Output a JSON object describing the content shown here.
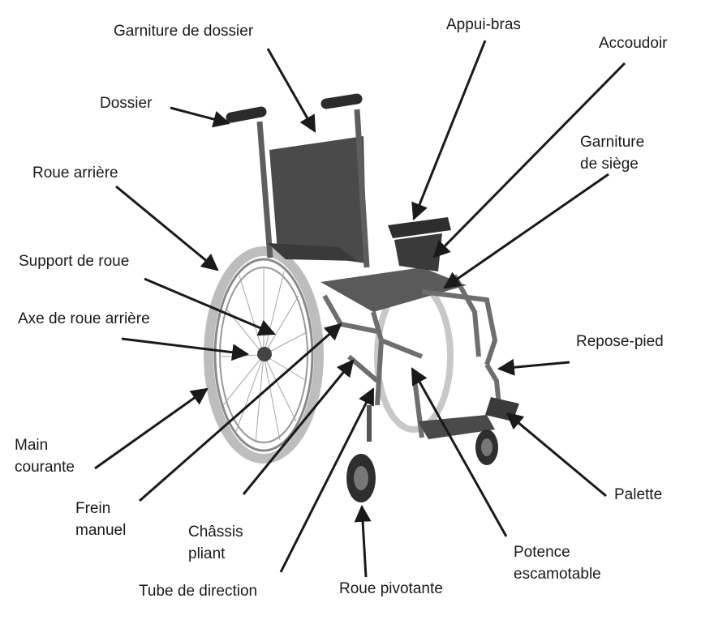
{
  "colors": {
    "metal": "#6e6e6e",
    "dark": "#2b2b2b",
    "upholstery": "#4a4a4a",
    "arrow": "#1a1a1a",
    "text": "#1a1a1a"
  },
  "labels": {
    "garniture_dossier": "Garniture de dossier",
    "appui_bras": "Appui-bras",
    "accoudoir": "Accoudoir",
    "dossier": "Dossier",
    "garniture_siege_1": "Garniture",
    "garniture_siege_2": "de siège",
    "roue_arriere": "Roue arrière",
    "support_roue": "Support de roue",
    "axe_roue": "Axe de roue arrière",
    "repose_pied": "Repose-pied",
    "main_courante_1": "Main",
    "main_courante_2": "courante",
    "palette": "Palette",
    "frein_1": "Frein",
    "frein_2": "manuel",
    "chassis_1": "Châssis",
    "chassis_2": "pliant",
    "potence_1": "Potence",
    "potence_2": "escamotable",
    "tube_direction": "Tube de direction",
    "roue_pivotante": "Roue pivotante"
  }
}
